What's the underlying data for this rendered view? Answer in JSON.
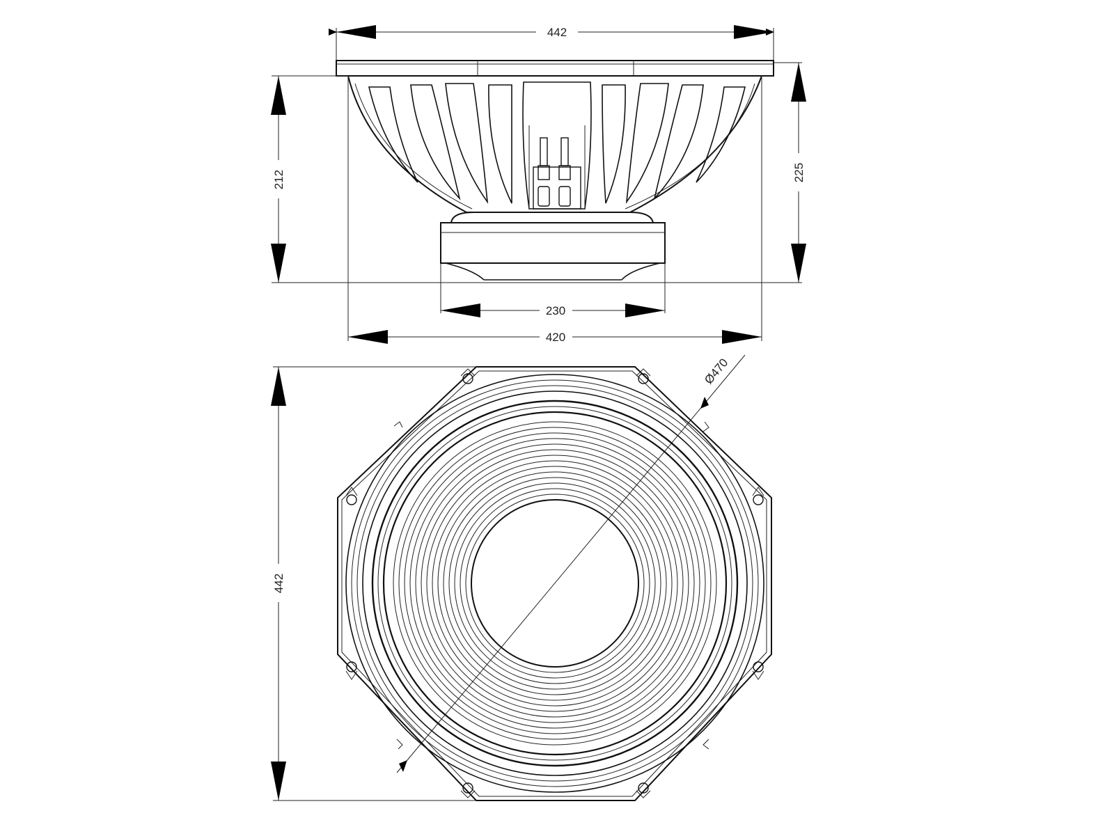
{
  "dimensions": {
    "top_width": "442",
    "left_height": "212",
    "right_height": "225",
    "magnet_width": "230",
    "basket_width": "420",
    "front_height": "442",
    "diameter": "Ø470"
  },
  "colors": {
    "line": "#111111",
    "background": "#ffffff"
  }
}
